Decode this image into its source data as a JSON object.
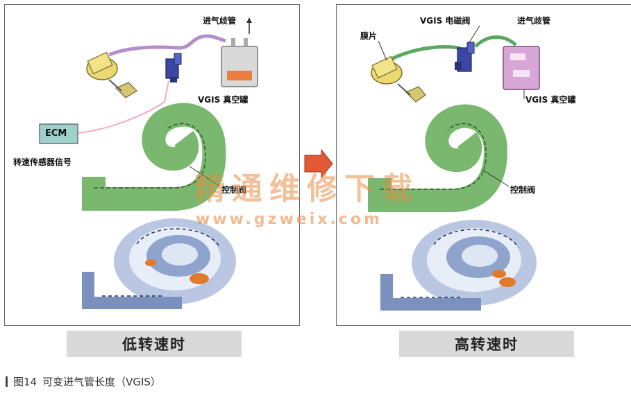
{
  "left_panel": {
    "intake_manifold_label": "进气歧管",
    "vacuum_tank_label": "VGIS 真空罐",
    "ecm_label": "ECM",
    "sensor_signal_label": "转速传感器信号",
    "control_valve_label": "控制阀",
    "caption": "低转速时"
  },
  "right_panel": {
    "solenoid_label": "VGIS 电磁阀",
    "intake_manifold_label": "进气歧管",
    "diaphragm_label": "膜片",
    "vacuum_tank_label": "VGIS 真空罐",
    "control_valve_label": "控制阀",
    "caption": "高转速时"
  },
  "figure": {
    "number": "图14",
    "title": "可变进气管长度（VGIS）"
  },
  "watermark": {
    "text": "精通维修下载",
    "url": "www.gzweix.com"
  },
  "colors": {
    "manifold_green": "#79b86e",
    "pipe_purple": "#b58ccc",
    "pipe_green": "#5aa860",
    "ecm_box": "#9fd1cc",
    "arrow_red": "#e25a33",
    "tank_pink": "#d8a6d6",
    "solenoid_blue": "#3b47a3"
  }
}
